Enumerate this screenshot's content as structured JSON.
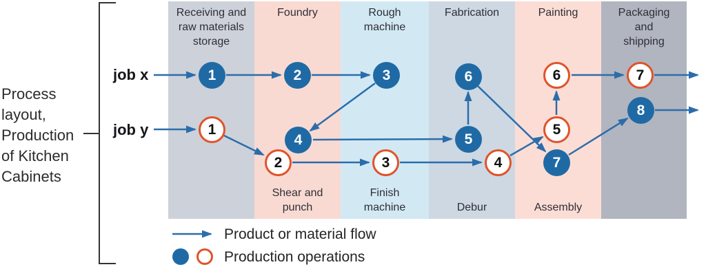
{
  "figure": {
    "title": "Process\nlayout,\nProduction\nof Kitchen\nCabinets"
  },
  "jobs": {
    "x": {
      "label": "job x",
      "node_style": "filled-blue-circle",
      "steps": [
        "1",
        "2",
        "3",
        "4",
        "5",
        "6",
        "7",
        "8"
      ],
      "route": "enter > 1 > 2 > 3 > 4 > 5 > 6 > 7 > 8 > exit"
    },
    "y": {
      "label": "job y",
      "node_style": "open-orange-circle",
      "steps": [
        "1",
        "2",
        "3",
        "4",
        "5",
        "6",
        "7"
      ],
      "route": "enter > 1 > 2 > 3 > 4 > 5 > 6 > 7 > exit"
    }
  },
  "departments": [
    {
      "header": "Receiving and\nraw materials\nstorage",
      "footer": "",
      "color": "#cdd1d9"
    },
    {
      "header": "Foundry",
      "footer": "Shear and\npunch",
      "color": "#f9dad2"
    },
    {
      "header": "Rough\nmachine",
      "footer": "Finish\nmachine",
      "color": "#d2e9f4"
    },
    {
      "header": "Fabrication",
      "footer": "Debur",
      "color": "#cdd8e3"
    },
    {
      "header": "Painting",
      "footer": "Assembly",
      "color": "#fcddd5"
    },
    {
      "header": "Packaging\nand\nshipping",
      "footer": "",
      "color": "#b1b5bf"
    }
  ],
  "legend": {
    "flow_label": "Product or material flow",
    "operations_label": "Production operations"
  },
  "colors": {
    "node_fill_blue": "#1f6aa5",
    "open_node_border_orange": "#e0532a",
    "flow_arrow_blue": "#2b6dab",
    "text": "#2b2b2e"
  }
}
